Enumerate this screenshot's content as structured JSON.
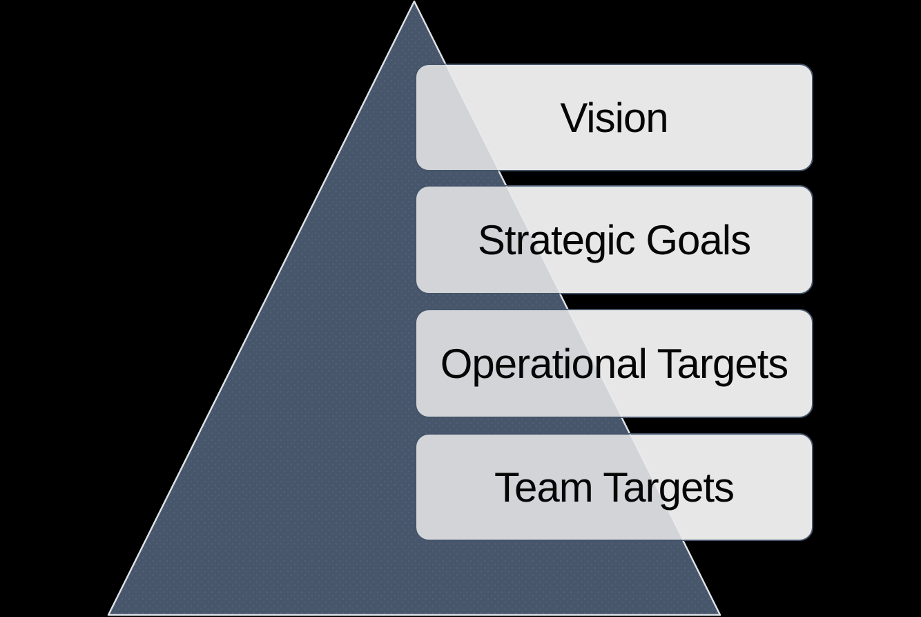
{
  "diagram": {
    "type": "pyramid",
    "levels": [
      {
        "label": "Vision"
      },
      {
        "label": "Strategic Goals"
      },
      {
        "label": "Operational Targets"
      },
      {
        "label": "Team Targets"
      }
    ],
    "colors": {
      "background": "#000000",
      "pyramid_fill": "#47566B",
      "pyramid_outline": "#DDE2E7",
      "box_fill": "#E7E7E7",
      "box_border": "#44546A",
      "box_overlap_tint": "#D5D6D8",
      "label_text": "#060606"
    }
  }
}
